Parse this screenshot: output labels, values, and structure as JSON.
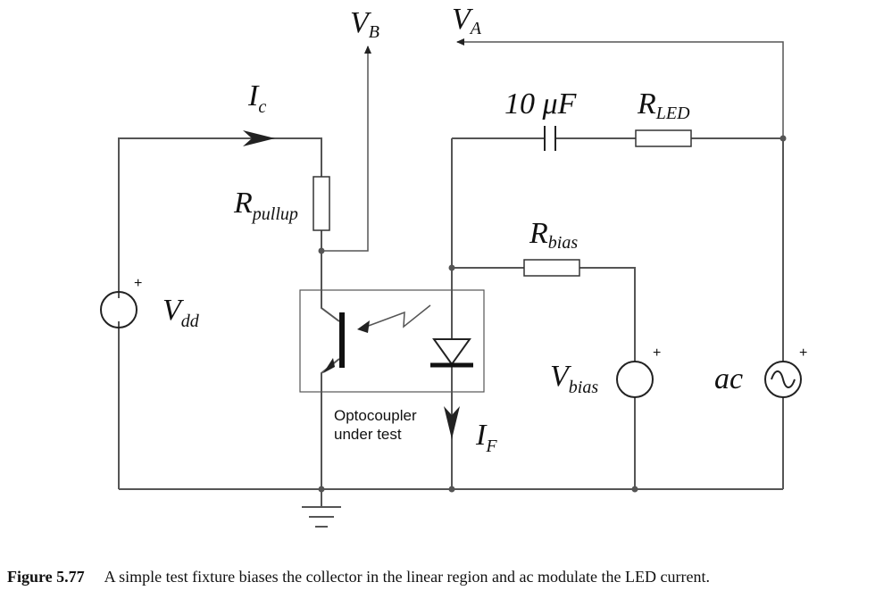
{
  "labels": {
    "vb": {
      "main": "V",
      "sub": "B"
    },
    "va": {
      "main": "V",
      "sub": "A"
    },
    "ic": {
      "main": "I",
      "sub": "c"
    },
    "cap": {
      "main": "10 μF"
    },
    "rled": {
      "main": "R",
      "sub": "LED"
    },
    "rpullup": {
      "main": "R",
      "sub": "pullup"
    },
    "rbias": {
      "main": "R",
      "sub": "bias"
    },
    "vdd": {
      "main": "V",
      "sub": "dd"
    },
    "vbias": {
      "main": "V",
      "sub": "bias"
    },
    "ac": {
      "main": "ac"
    },
    "if": {
      "main": "I",
      "sub": "F"
    },
    "plus": "+",
    "optocoupler_line1": "Optocoupler",
    "optocoupler_line2": "under test"
  },
  "caption": {
    "figure": "Figure 5.77",
    "text": "A simple test fixture biases the collector in the linear region and ac modulate the LED current."
  }
}
